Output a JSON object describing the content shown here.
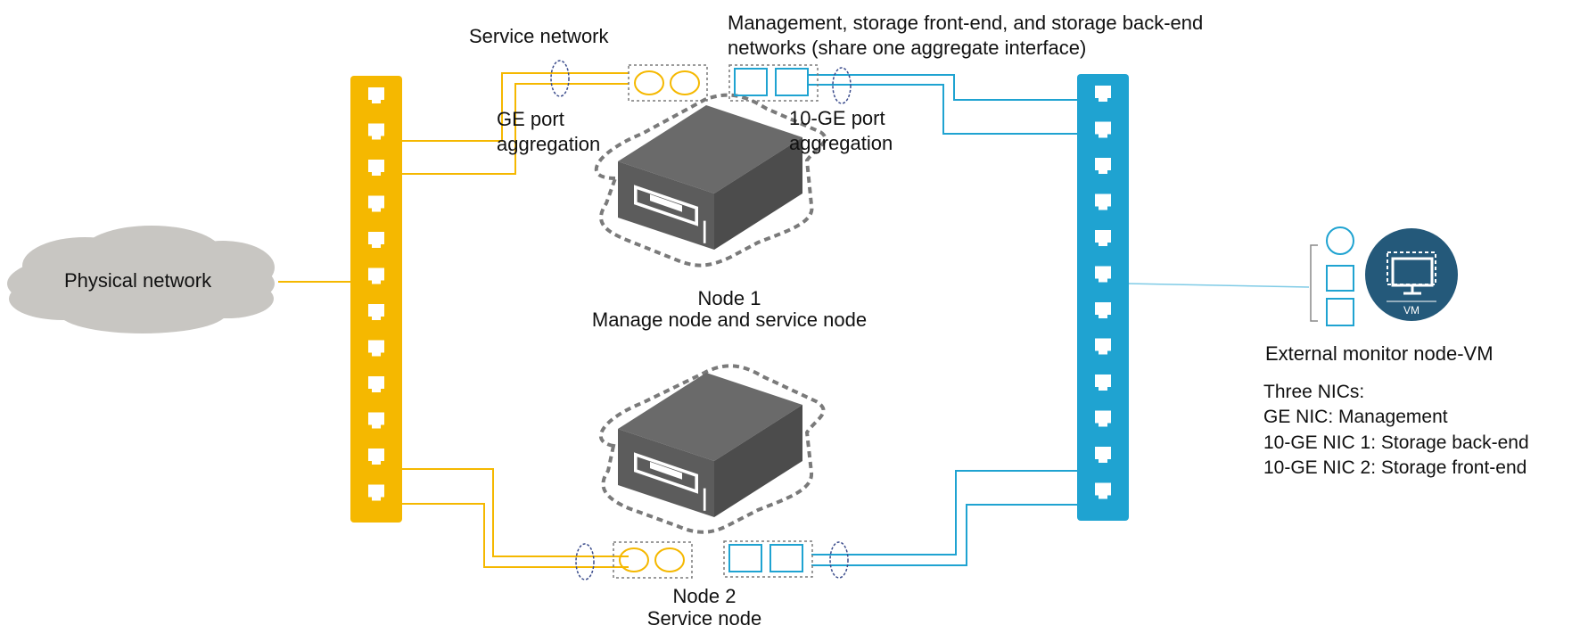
{
  "colors": {
    "ge": "#F5B800",
    "tenge": "#1FA3D1",
    "cloud": "#C8C6C2",
    "server": "#6A6A6A",
    "vm_circle": "#24597A",
    "dash": "#7A7A7A"
  },
  "labels": {
    "service_network": "Service network",
    "mgmt_storage_line1": "Management, storage front-end, and storage back-end",
    "mgmt_storage_line2": "networks (share one aggregate interface)",
    "ge_port_line1": "GE port",
    "ge_port_line2": "aggregation",
    "tenge_port_line1": "10-GE port",
    "tenge_port_line2": "aggregation",
    "physical_network": "Physical network",
    "node1_title": "Node 1",
    "node1_role": "Manage node and service node",
    "node2_title": "Node 2",
    "node2_role": "Service node",
    "external_monitor": "External monitor node-VM",
    "nics_title": "Three NICs:",
    "nic_ge": "GE NIC: Management",
    "nic_10ge_1": "10-GE NIC 1: Storage back-end",
    "nic_10ge_2": "10-GE NIC 2: Storage front-end",
    "vm_badge": "VM"
  },
  "icons": {
    "cloud": "cloud-icon",
    "ge_switch": "switch-icon",
    "tenge_switch": "switch-icon",
    "server": "server-icon",
    "vm": "monitor-icon"
  }
}
